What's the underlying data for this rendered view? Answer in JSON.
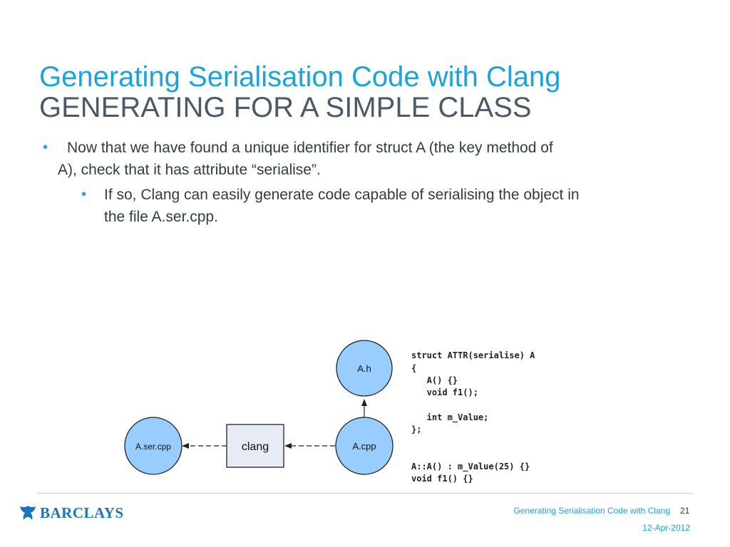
{
  "slide": {
    "title": "Generating Serialisation Code with Clang",
    "subtitle": "GENERATING FOR A SIMPLE CLASS",
    "bullets": [
      {
        "marker": "•",
        "line1": "Now that we have found a unique identifier for struct A (the key method of",
        "line2": "A), check that it has attribute “serialise”."
      },
      {
        "marker": "•",
        "line1": "If so, Clang can easily generate code capable of serialising the object in",
        "line2": "the file A.ser.cpp."
      }
    ]
  },
  "diagram": {
    "nodes": {
      "ah": "A.h",
      "acpp": "A.cpp",
      "clang": "clang",
      "aser": "A.ser.cpp"
    },
    "colors": {
      "node_fill": "#99ccff",
      "box_fill": "#e6ebf5",
      "stroke": "#222222"
    },
    "code": [
      "struct ATTR(serialise) A",
      "{",
      "   A() {}",
      "   void f1();",
      "",
      "   int m_Value;",
      "};",
      "",
      "",
      "A::A() : m_Value(25) {}",
      "void f1() {}"
    ]
  },
  "footer": {
    "logo_icon": "eagle-icon",
    "brand": "BARCLAYS",
    "title": "Generating Serialisation Code with Clang",
    "page": "21",
    "date": "12-Apr-2012"
  },
  "colors": {
    "accent": "#1aa3dc",
    "subtitle": "#4a5a68",
    "brand": "#1a75bc"
  }
}
